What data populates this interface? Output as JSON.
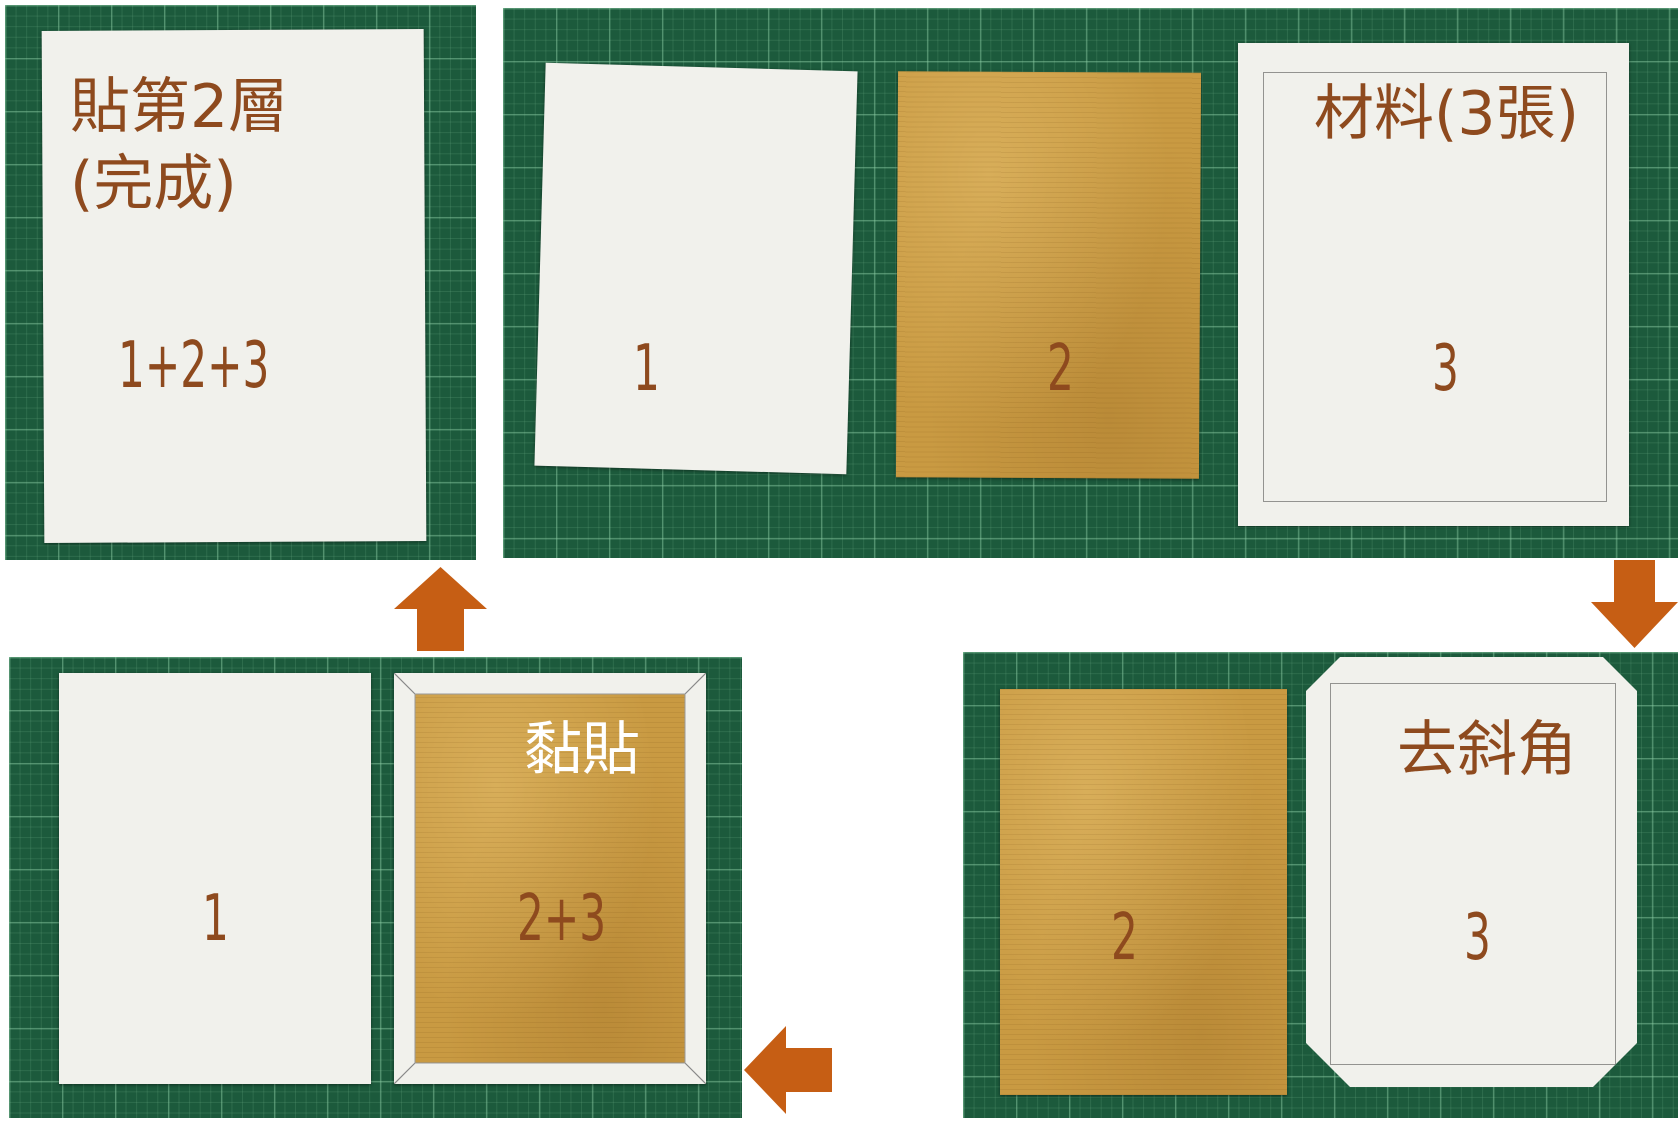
{
  "colors": {
    "label_text": "#8e4a1e",
    "label_text_light": "#ffffff",
    "cutting_mat": "#1c5a3c",
    "paper": "#f1f1ec",
    "cardboard": "#c99a42",
    "arrow": "#c65e14"
  },
  "steps": {
    "materials": {
      "title": "材料(3張)",
      "sheet_1": "1",
      "sheet_2": "2",
      "sheet_3": "3"
    },
    "chamfer": {
      "title": "去斜角",
      "sheet_2": "2",
      "sheet_3": "3"
    },
    "glue": {
      "title": "黏貼",
      "sheet_1": "1",
      "sheet_2_3": "2+3"
    },
    "finished": {
      "title": "貼第2層",
      "subtitle": "(完成)",
      "sheet_1_2_3": "1+2+3"
    }
  },
  "arrows": {
    "materials_to_chamfer": "arrow-down-icon",
    "chamfer_to_glue": "arrow-left-icon",
    "glue_to_finished": "arrow-up-icon"
  }
}
